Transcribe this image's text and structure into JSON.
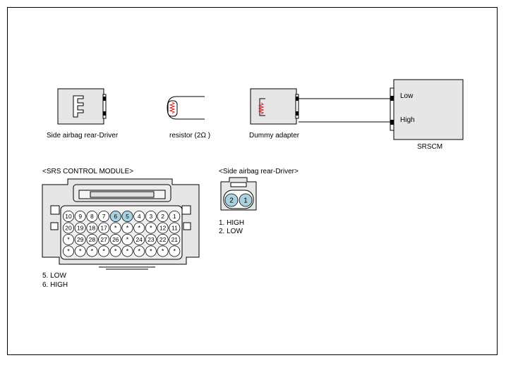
{
  "components": {
    "side_airbag_label": "Side airbag rear-Driver",
    "resistor_label": "resistor (2Ω )",
    "dummy_adapter_label": "Dummy adapter",
    "srscm_label": "SRSCM",
    "srscm_low": "Low",
    "srscm_high": "High"
  },
  "srs_module": {
    "title": "<SRS CONTROL MODULE>",
    "rows": [
      [
        "10",
        "9",
        "8",
        "7",
        "6",
        "5",
        "4",
        "3",
        "2",
        "1"
      ],
      [
        "20",
        "19",
        "18",
        "17",
        "*",
        "*",
        "*",
        "*",
        "12",
        "11"
      ],
      [
        "*",
        "29",
        "28",
        "27",
        "26",
        "*",
        "24",
        "23",
        "22",
        "21"
      ],
      [
        "*",
        "*",
        "*",
        "*",
        "*",
        "*",
        "*",
        "*",
        "*",
        "*"
      ]
    ],
    "highlighted": [
      "6",
      "5"
    ],
    "pins": [
      "5. LOW",
      "6. HIGH"
    ]
  },
  "side_connector": {
    "title": "<Side airbag rear-Driver>",
    "terminals": [
      "2",
      "1"
    ],
    "pins": [
      "1. HIGH",
      "2. LOW"
    ]
  },
  "colors": {
    "highlight": "#a9d2e0",
    "resistor": "#d62020",
    "fill": "#e6e6e6"
  }
}
